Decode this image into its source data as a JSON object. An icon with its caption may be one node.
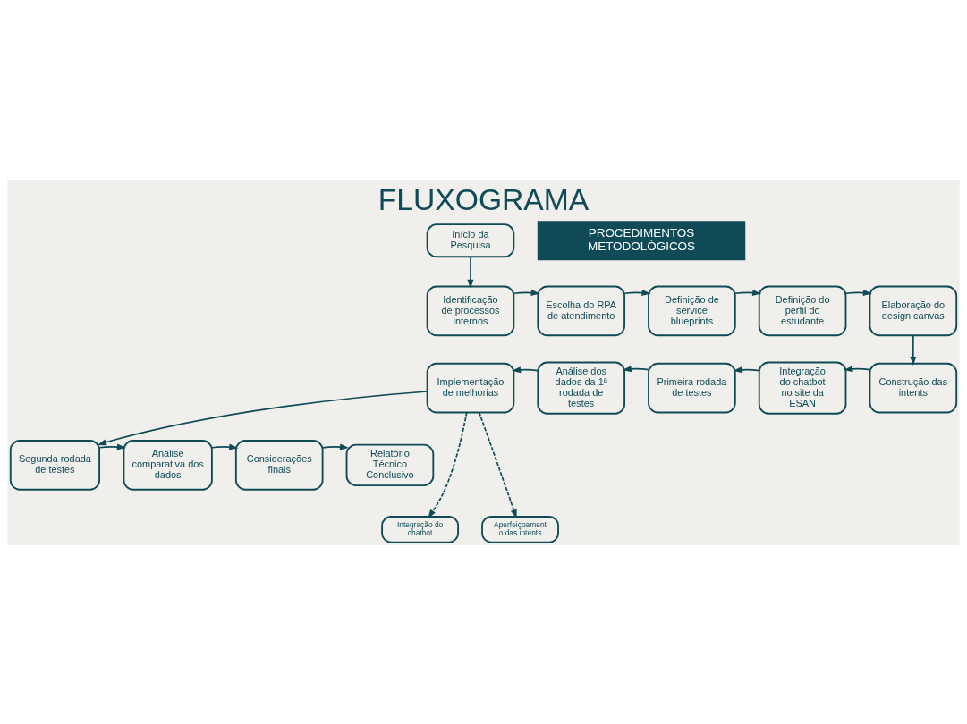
{
  "diagram": {
    "title": "FLUXOGRAMA",
    "nodes": [
      {
        "text": [
          "Início da Pesquisa"
        ]
      },
      {
        "text": [
          "Identificação de processos internos"
        ]
      },
      {
        "text": [
          "Escolha do RPA de atendimento"
        ]
      },
      {
        "text": [
          "Definição de service blueprints"
        ]
      },
      {
        "text": [
          "Definição do perfil do estudante"
        ]
      },
      {
        "text": [
          "Elaboração do design canvas"
        ]
      },
      {
        "text": [
          "Construção das intents"
        ]
      },
      {
        "text": [
          "Integração do chatbot no site da ESAN"
        ]
      },
      {
        "text": [
          "Primeira rodada de testes"
        ]
      },
      {
        "text": [
          "Análise dos dados da 1ª rodada de testes"
        ]
      },
      {
        "text": [
          "Implementação de melhorias"
        ]
      },
      {
        "text": [
          "Segunda rodada de testes"
        ]
      },
      {
        "text": [
          "Análise comparativa dos dados"
        ]
      },
      {
        "text": [
          "Considerações finais"
        ]
      },
      {
        "text": [
          "Relatório Técnico Conclusivo"
        ]
      },
      {
        "text": [
          "Integração do chatbot"
        ]
      },
      {
        "text": [
          "Aperfeiçoamento das intents"
        ]
      }
    ],
    "edges": [
      {
        "from": 0,
        "to": 1,
        "arrow": "to"
      },
      {
        "from": 1,
        "to": 2,
        "arrow": "to"
      },
      {
        "from": 2,
        "to": 3,
        "arrow": "to"
      },
      {
        "from": 3,
        "to": 4,
        "arrow": "to"
      },
      {
        "from": 4,
        "to": 5,
        "arrow": "to"
      },
      {
        "from": 5,
        "to": 6,
        "arrow": "to"
      },
      {
        "from": 6,
        "to": 7,
        "arrow": "to"
      },
      {
        "from": 7,
        "to": 8,
        "arrow": "to"
      },
      {
        "from": 8,
        "to": 9,
        "arrow": "to"
      },
      {
        "from": 9,
        "to": 10,
        "arrow": "to"
      },
      {
        "from": 10,
        "to": 11,
        "arrow": "to"
      },
      {
        "from": 11,
        "to": 12,
        "arrow": "to"
      },
      {
        "from": 12,
        "to": 13,
        "arrow": "to"
      },
      {
        "from": 13,
        "to": 14,
        "arrow": "to"
      },
      {
        "from": 10,
        "to": 15,
        "arrow": "to",
        "style": "dashed"
      },
      {
        "from": 10,
        "to": 16,
        "arrow": "to",
        "style": "dashed"
      }
    ],
    "labels": [
      "PROCEDIMENTOS METODOLÓGICOS"
    ]
  }
}
